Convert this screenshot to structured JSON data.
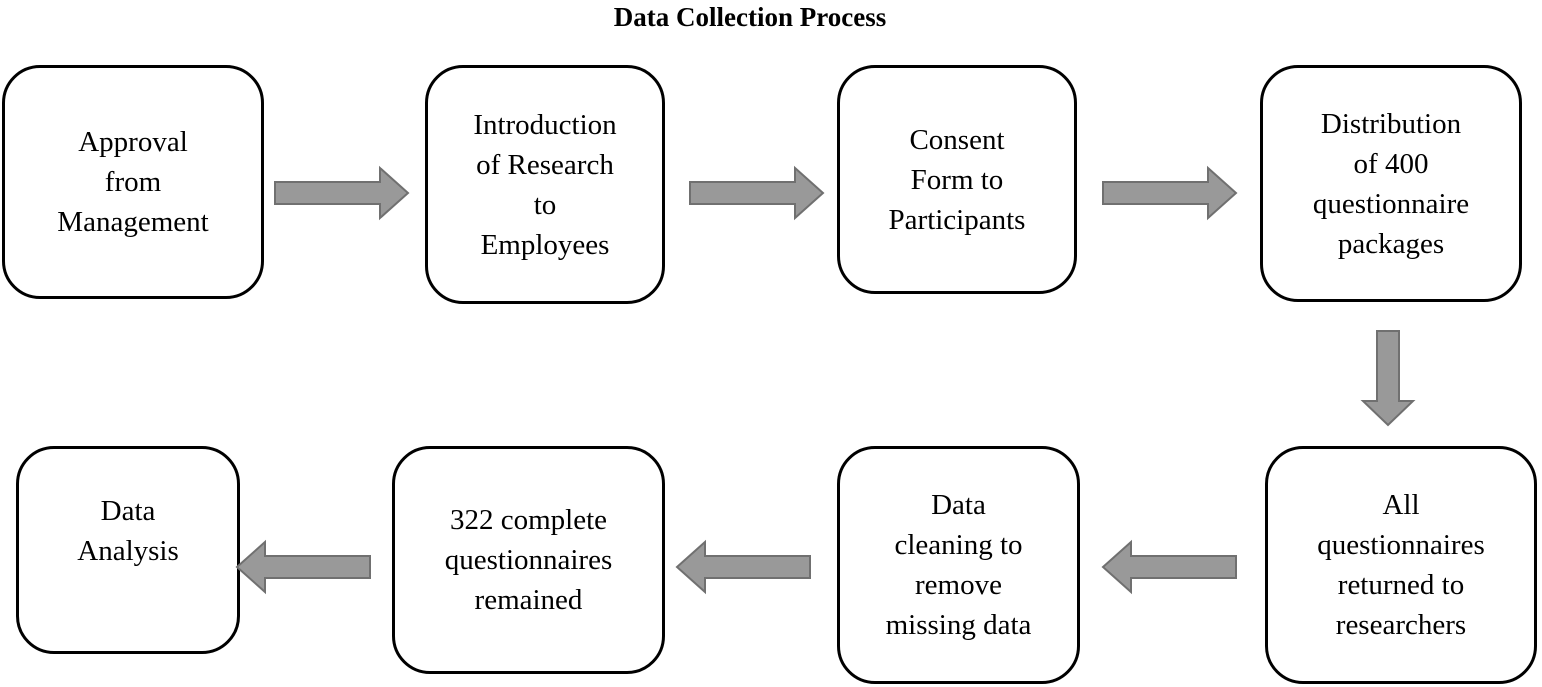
{
  "title": "Data Collection Process",
  "colors": {
    "arrow_fill": "#999999",
    "arrow_stroke": "#707070",
    "box_border": "#000000"
  },
  "steps": [
    {
      "label": "Approval\nfrom\nManagement"
    },
    {
      "label": "Introduction\nof Research\nto\nEmployees"
    },
    {
      "label": "Consent\nForm to\nParticipants"
    },
    {
      "label": "Distribution\nof 400\nquestionnaire\npackages"
    },
    {
      "label": "All\nquestionnaires\nreturned to\nresearchers"
    },
    {
      "label": "Data\ncleaning to\nremove\nmissing data"
    },
    {
      "label": "322 complete\nquestionnaires\nremained"
    },
    {
      "label": "Data\nAnalysis"
    }
  ],
  "arrows": [
    {
      "from": "Approval from Management",
      "to": "Introduction of Research to Employees",
      "direction": "right"
    },
    {
      "from": "Introduction of Research to Employees",
      "to": "Consent Form to Participants",
      "direction": "right"
    },
    {
      "from": "Consent Form to Participants",
      "to": "Distribution of 400 questionnaire packages",
      "direction": "right"
    },
    {
      "from": "Distribution of 400 questionnaire packages",
      "to": "All questionnaires returned to researchers",
      "direction": "down"
    },
    {
      "from": "All questionnaires returned to researchers",
      "to": "Data cleaning to remove missing data",
      "direction": "left"
    },
    {
      "from": "Data cleaning to remove missing data",
      "to": "322 complete questionnaires remained",
      "direction": "left"
    },
    {
      "from": "322 complete questionnaires remained",
      "to": "Data Analysis",
      "direction": "left"
    }
  ]
}
